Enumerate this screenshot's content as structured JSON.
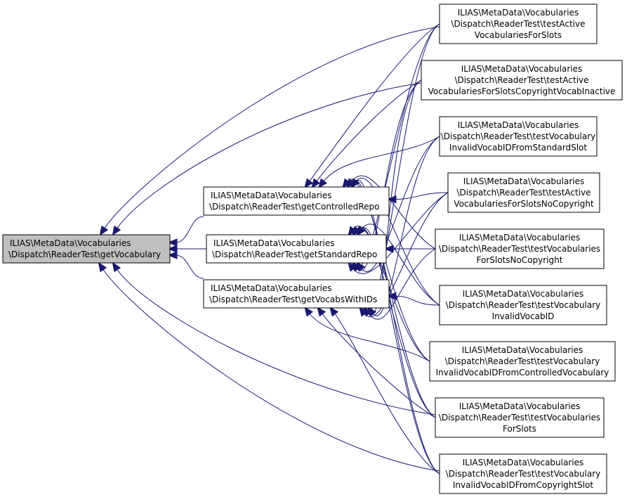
{
  "graph": {
    "root": "getVocabulary",
    "colors": {
      "edge": "#191970",
      "root_fill": "#bfbfbf",
      "node_fill": "#ffffff",
      "border": "#000000"
    },
    "nodes": {
      "getVocabulary": [
        "ILIAS\\MetaData\\Vocabularies",
        "\\Dispatch\\ReaderTest\\getVocabulary"
      ],
      "getControlledRepo": [
        "ILIAS\\MetaData\\Vocabularies",
        "\\Dispatch\\ReaderTest\\getControlledRepo"
      ],
      "getStandardRepo": [
        "ILIAS\\MetaData\\Vocabularies",
        "\\Dispatch\\ReaderTest\\getStandardRepo"
      ],
      "getVocabsWithIDs": [
        "ILIAS\\MetaData\\Vocabularies",
        "\\Dispatch\\ReaderTest\\getVocabsWithIDs"
      ],
      "t1": [
        "ILIAS\\MetaData\\Vocabularies",
        "\\Dispatch\\ReaderTest\\testActive",
        "VocabulariesForSlots"
      ],
      "t2": [
        "ILIAS\\MetaData\\Vocabularies",
        "\\Dispatch\\ReaderTest\\testActive",
        "VocabulariesForSlotsCopyrightVocabInactive"
      ],
      "t3": [
        "ILIAS\\MetaData\\Vocabularies",
        "\\Dispatch\\ReaderTest\\testVocabulary",
        "InvalidVocabIDFromStandardSlot"
      ],
      "t4": [
        "ILIAS\\MetaData\\Vocabularies",
        "\\Dispatch\\ReaderTest\\testActive",
        "VocabulariesForSlotsNoCopyright"
      ],
      "t5": [
        "ILIAS\\MetaData\\Vocabularies",
        "\\Dispatch\\ReaderTest\\testVocabularies",
        "ForSlotsNoCopyright"
      ],
      "t6": [
        "ILIAS\\MetaData\\Vocabularies",
        "\\Dispatch\\ReaderTest\\testVocabulary",
        "InvalidVocabID"
      ],
      "t7": [
        "ILIAS\\MetaData\\Vocabularies",
        "\\Dispatch\\ReaderTest\\testVocabulary",
        "InvalidVocabIDFromControlledVocabulary"
      ],
      "t8": [
        "ILIAS\\MetaData\\Vocabularies",
        "\\Dispatch\\ReaderTest\\testVocabularies",
        "ForSlots"
      ],
      "t9": [
        "ILIAS\\MetaData\\Vocabularies",
        "\\Dispatch\\ReaderTest\\testVocabulary",
        "InvalidVocabIDFromCopyrightSlot"
      ]
    },
    "edges": [
      [
        "getControlledRepo",
        "getVocabulary"
      ],
      [
        "getStandardRepo",
        "getVocabulary"
      ],
      [
        "getVocabsWithIDs",
        "getVocabulary"
      ],
      [
        "t1",
        "getVocabulary"
      ],
      [
        "t2",
        "getVocabulary"
      ],
      [
        "t8",
        "getVocabulary"
      ],
      [
        "t9",
        "getVocabulary"
      ],
      [
        "t1",
        "getControlledRepo"
      ],
      [
        "t2",
        "getControlledRepo"
      ],
      [
        "t3",
        "getControlledRepo"
      ],
      [
        "t4",
        "getControlledRepo"
      ],
      [
        "t5",
        "getControlledRepo"
      ],
      [
        "t6",
        "getControlledRepo"
      ],
      [
        "t7",
        "getControlledRepo"
      ],
      [
        "t8",
        "getControlledRepo"
      ],
      [
        "t9",
        "getControlledRepo"
      ],
      [
        "t1",
        "getStandardRepo"
      ],
      [
        "t2",
        "getStandardRepo"
      ],
      [
        "t3",
        "getStandardRepo"
      ],
      [
        "t4",
        "getStandardRepo"
      ],
      [
        "t5",
        "getStandardRepo"
      ],
      [
        "t6",
        "getStandardRepo"
      ],
      [
        "t7",
        "getStandardRepo"
      ],
      [
        "t8",
        "getStandardRepo"
      ],
      [
        "t9",
        "getStandardRepo"
      ],
      [
        "t1",
        "getVocabsWithIDs"
      ],
      [
        "t2",
        "getVocabsWithIDs"
      ],
      [
        "t3",
        "getVocabsWithIDs"
      ],
      [
        "t4",
        "getVocabsWithIDs"
      ],
      [
        "t5",
        "getVocabsWithIDs"
      ],
      [
        "t6",
        "getVocabsWithIDs"
      ],
      [
        "t7",
        "getVocabsWithIDs"
      ],
      [
        "t8",
        "getVocabsWithIDs"
      ],
      [
        "t9",
        "getVocabsWithIDs"
      ]
    ]
  }
}
